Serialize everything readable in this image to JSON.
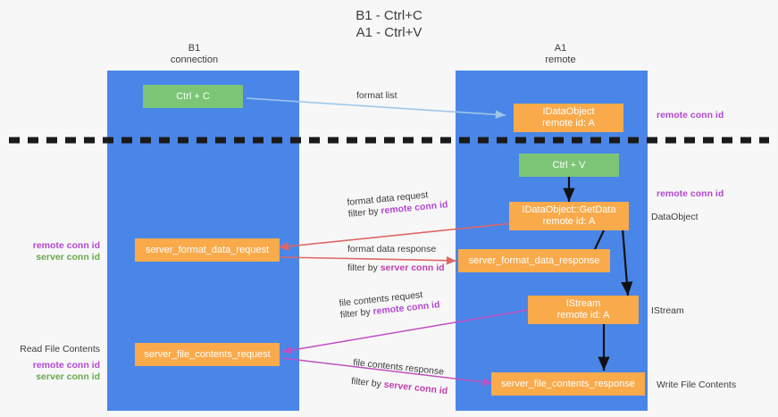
{
  "title": {
    "line1": "B1 - Ctrl+C",
    "line2": "A1 - Ctrl+V"
  },
  "lanes": [
    {
      "id": "b1",
      "name": "B1",
      "role": "connection"
    },
    {
      "id": "a1",
      "name": "A1",
      "role": "remote"
    }
  ],
  "nodes": {
    "ctrl_c": {
      "l1": "Ctrl + C",
      "l2": ""
    },
    "idataobject": {
      "l1": "IDataObject",
      "l2": "remote id: A"
    },
    "ctrl_v": {
      "l1": "Ctrl + V",
      "l2": ""
    },
    "getdata": {
      "l1": "IDataObject::GetData",
      "l2": "remote id: A"
    },
    "fmt_req": {
      "l1": "server_format_data_request",
      "l2": ""
    },
    "fmt_resp": {
      "l1": "server_format_data_response",
      "l2": ""
    },
    "istream": {
      "l1": "IStream",
      "l2": "remote id: A"
    },
    "file_req": {
      "l1": "server_file_contents_request",
      "l2": ""
    },
    "file_resp": {
      "l1": "server_file_contents_response",
      "l2": ""
    }
  },
  "edge_labels": {
    "format_list": "format list",
    "fmt_req_l1": "format data request",
    "fmt_req_l2_prefix": "filter by ",
    "fmt_req_l2_key": "remote conn id",
    "fmt_resp_l1": "format data response",
    "fmt_resp_l2_prefix": "filter by ",
    "fmt_resp_l2_key": "server conn id",
    "file_req_l1": "file contents request",
    "file_req_l2_prefix": "filter by ",
    "file_req_l2_key": "remote conn id",
    "file_resp_l1": "file contents response",
    "file_resp_l2_prefix": "filter by ",
    "file_resp_l2_key": "server conn id"
  },
  "side_labels": {
    "right_remote_top": "remote conn id",
    "right_remote_mid": "remote conn id",
    "right_dataobject": "DataObject",
    "right_istream": "IStream",
    "right_write_file": "Write File Contents",
    "left_remote": "remote conn id",
    "left_server": "server conn id",
    "left_read_file": "Read File Contents",
    "left_remote_2": "remote conn id",
    "left_server_2": "server conn id"
  },
  "colors": {
    "lane": "#4a86e8",
    "green": "#7cc576",
    "orange": "#f9aa4b",
    "magenta": "#b14ad1",
    "green_text": "#6aa84f",
    "pink": "#c23fb0",
    "blue_arrow": "#9fc5e8",
    "red_arrow": "#e06666",
    "black_arrow": "#000000",
    "divider": "#202020",
    "background": "#f7f7f7"
  }
}
